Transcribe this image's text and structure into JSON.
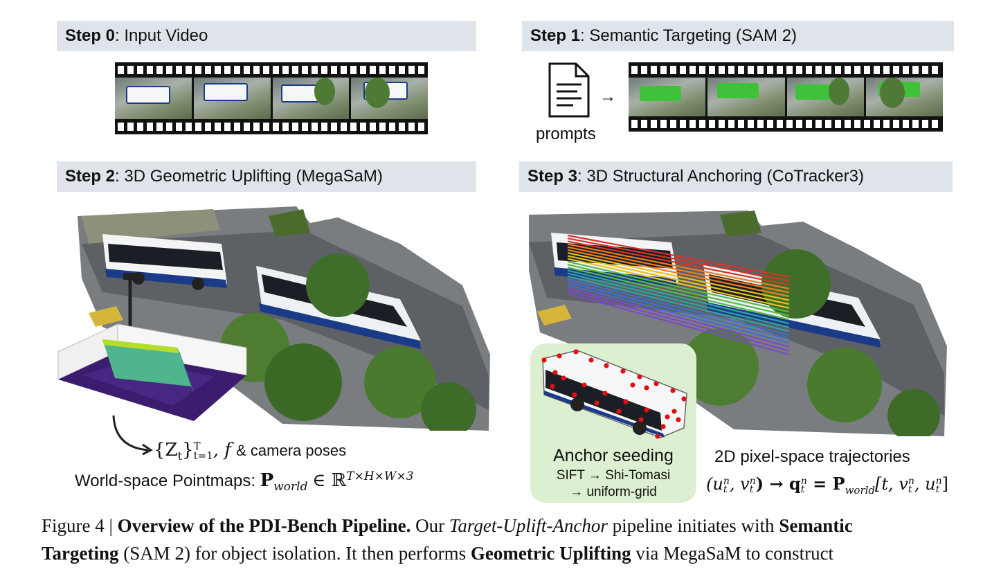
{
  "steps": {
    "s0": {
      "bold": "Step 0",
      "rest": ": Input Video"
    },
    "s1": {
      "bold": "Step 1",
      "rest": ": Semantic Targeting (SAM 2)"
    },
    "s2": {
      "bold": "Step 2",
      "rest": ": 3D Geometric Uplifting (MegaSaM)"
    },
    "s3": {
      "bold": "Step 3",
      "rest": ": 3D Structural Anchoring (CoTracker3)"
    }
  },
  "step1": {
    "prompts_label": "prompts",
    "arrow": "→"
  },
  "step2": {
    "latent_math": "{Z",
    "latent_sub": "t",
    "latent_rest": "}",
    "latent_range_sup": "T",
    "latent_range_sub": "t=1",
    "focal": ", f",
    "camera_label": "& camera poses",
    "pointmap_label": "World-space Pointmaps:",
    "pointmap_P": "P",
    "pointmap_sub": "world",
    "pointmap_in": "∈ ℝ",
    "pointmap_sup": "T×H×W×3"
  },
  "step3": {
    "anchor_title": "Anchor seeding",
    "anchor_line1": "SIFT → Shi-Tomasi",
    "anchor_line2": "→ uniform-grid",
    "traj_title": "2D pixel-space trajectories",
    "traj_lhs": "(u",
    "traj_n": "n",
    "traj_t": "t",
    "traj_mid": ", v",
    "traj_arrow": ") → q",
    "traj_eq": " = P",
    "traj_world": "world",
    "traj_args_a": "[t, v",
    "traj_args_b": ", u",
    "traj_close": "]"
  },
  "caption": {
    "fig_label": "Figure 4 |",
    "fig_title": "Overview of the PDI-Bench Pipeline.",
    "t1": "Our",
    "pipeline": "Target-Uplift-Anchor",
    "t2": "pipeline initiates with",
    "sem": "Semantic",
    "targeting": "Targeting",
    "t3": "(SAM 2) for object isolation. It then performs",
    "geo": "Geometric Uplifting",
    "t4": "via MegaSaM to construct"
  },
  "colors": {
    "header_bg": "#dfe3ea",
    "bus_mask": "#3fc23a",
    "anchor_box": "#dcefd0",
    "anchor_dot": "#e01010",
    "traj_colors": [
      "#d9342b",
      "#ef7d22",
      "#e8c21f",
      "#58b94a",
      "#2fa3a0",
      "#3f6fd0",
      "#7a4cc4"
    ]
  },
  "icons": [
    "document-icon",
    "curved-arrow-icon"
  ]
}
